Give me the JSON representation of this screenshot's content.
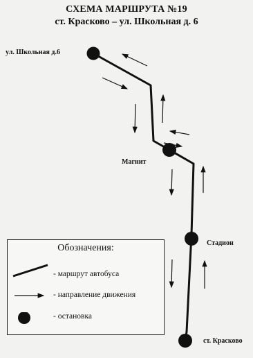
{
  "header": {
    "title": "СХЕМА МАРШРУТА №19",
    "subtitle": "ст. Красково – ул. Школьная д. 6"
  },
  "stops": {
    "school": "ул. Школьная д.6",
    "magnit": "Магнит",
    "stadium": "Стадион",
    "kraskovo": "ст. Красково"
  },
  "legend": {
    "title": "Обозначения:",
    "items": [
      {
        "symbol": "route-line",
        "label": "- маршрут автобуса"
      },
      {
        "symbol": "direction-arrow",
        "label": "- направление движения"
      },
      {
        "symbol": "stop-dot",
        "label": "- остановка"
      }
    ]
  },
  "colors": {
    "ink": "#111111",
    "background": "#f2f2f0"
  }
}
